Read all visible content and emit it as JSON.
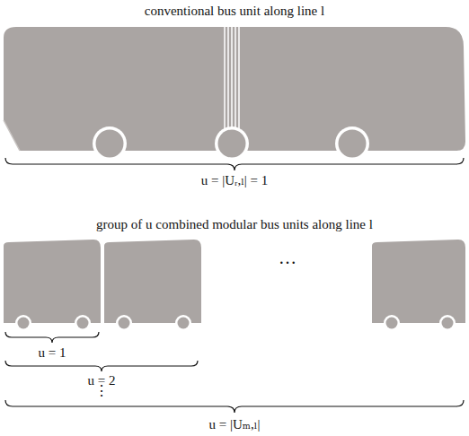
{
  "diagram": {
    "labels": [
      "conventional bus unit along line l",
      "u = |Uᵣ,ₗ| = 1",
      "group of u combined modular bus units along line l",
      "…",
      "u = 1",
      "u = 2",
      "⋮",
      "u = |Uₘ,ₗ|"
    ]
  }
}
